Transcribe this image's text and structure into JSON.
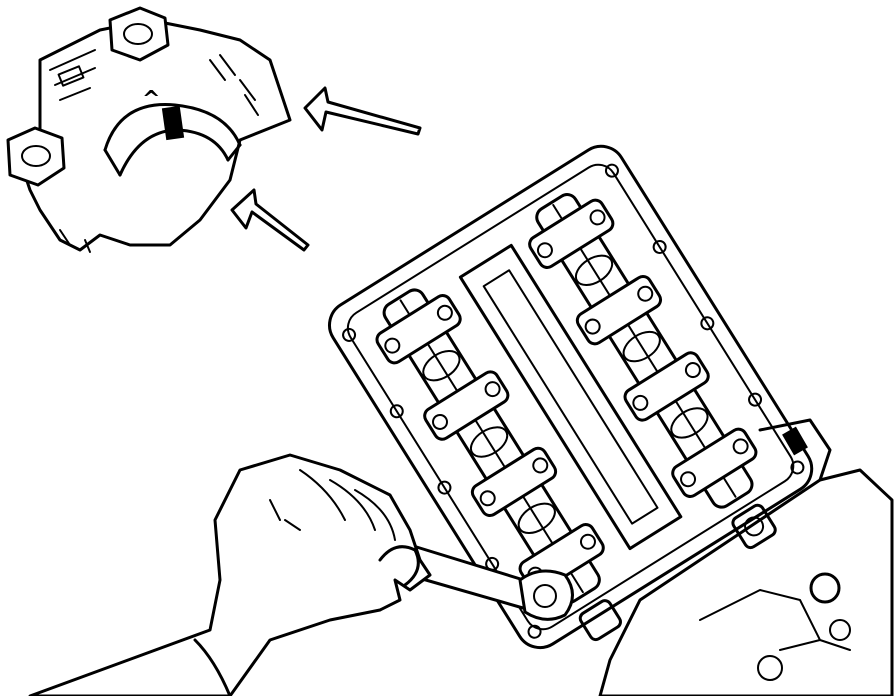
{
  "figure": {
    "ink_color": "#000000",
    "paper_color": "#ffffff",
    "detail_inset_mark": "^",
    "cam_journal_count": 8,
    "cam_shaft_count": 2,
    "callout_arrow_count": 2
  }
}
